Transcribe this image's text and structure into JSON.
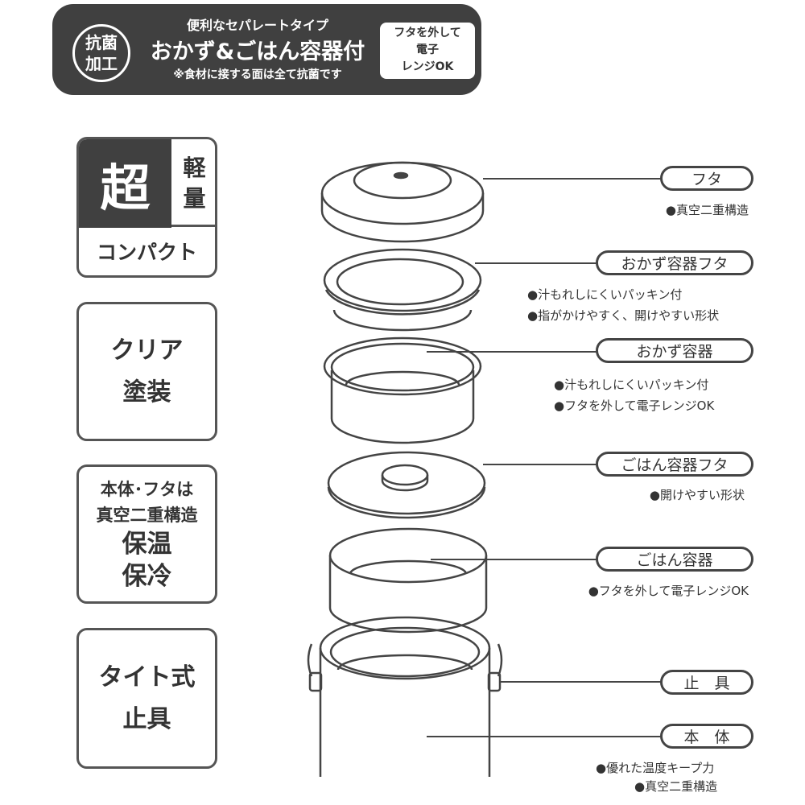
{
  "banner": {
    "badge_line1": "抗菌",
    "badge_line2": "加工",
    "subtitle": "便利なセパレートタイプ",
    "title": "おかず&ごはん容器付",
    "footnote": "※食材に接する面は全て抗菌です",
    "microwave_line1": "フタを外して",
    "microwave_line2": "電子",
    "microwave_line3": "レンジOK"
  },
  "features": {
    "light_big": "超",
    "light_small1": "軽",
    "light_small2": "量",
    "compact": "コンパクト",
    "clear_line1": "クリア",
    "clear_line2": "塗装",
    "insul_line1": "本体･フタは",
    "insul_line2": "真空二重構造",
    "insul_line3": "保温",
    "insul_line4": "保冷",
    "tight_line1": "タイト式",
    "tight_line2": "止具"
  },
  "parts": [
    {
      "label": "フタ",
      "notes": [
        "●真空二重構造"
      ]
    },
    {
      "label": "おかず容器フタ",
      "notes": [
        "●汁もれしにくいパッキン付",
        "●指がかけやすく、開けやすい形状"
      ]
    },
    {
      "label": "おかず容器",
      "notes": [
        "●汁もれしにくいパッキン付",
        "●フタを外して電子レンジOK"
      ]
    },
    {
      "label": "ごはん容器フタ",
      "notes": [
        "●開けやすい形状"
      ]
    },
    {
      "label": "ごはん容器",
      "notes": [
        "●フタを外して電子レンジOK"
      ]
    },
    {
      "label": "止　具",
      "notes": []
    },
    {
      "label": "本　体",
      "notes": [
        "●優れた温度キープ力",
        "●真空二重構造"
      ]
    }
  ]
}
